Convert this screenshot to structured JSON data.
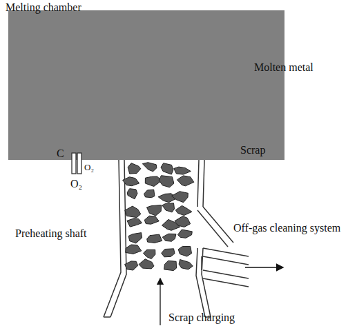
{
  "diagram": {
    "nodes": [
      {
        "text": [
          "Melting chamber",
          "Molten metal",
          "Scrap"
        ]
      }
    ],
    "labels": [
      "Preheating shaft",
      "Off-gas cleaning system",
      "Scrap charging",
      "C",
      "O₂",
      "O₂"
    ]
  }
}
